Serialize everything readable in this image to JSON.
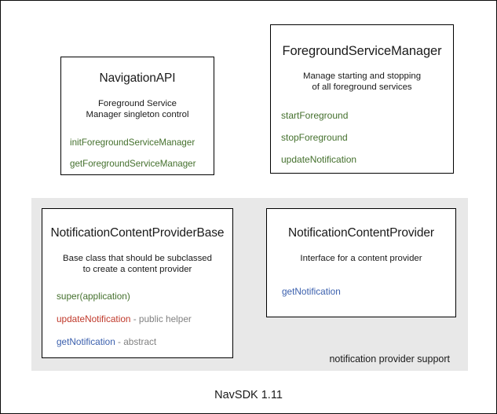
{
  "diagram": {
    "footer_label": "NavSDK 1.11",
    "group": {
      "caption": "notification provider support"
    },
    "boxes": {
      "navigation_api": {
        "title": "NavigationAPI",
        "description_line1": "Foreground Service",
        "description_line2": "Manager singleton control",
        "members": [
          {
            "name": "initForegroundServiceManager",
            "color": "#44702d",
            "note": ""
          },
          {
            "name": "getForegroundServiceManager",
            "color": "#44702d",
            "note": ""
          }
        ]
      },
      "foreground_service_manager": {
        "title": "ForegroundServiceManager",
        "description_line1": "Manage starting and stopping",
        "description_line2": "of all foreground services",
        "members": [
          {
            "name": "startForeground",
            "color": "#44702d",
            "note": ""
          },
          {
            "name": "stopForeground",
            "color": "#44702d",
            "note": ""
          },
          {
            "name": "updateNotification",
            "color": "#44702d",
            "note": ""
          }
        ]
      },
      "notification_content_provider_base": {
        "title": "NotificationContentProviderBase",
        "description_line1": "Base class that should be subclassed",
        "description_line2": "to create a content provider",
        "members": [
          {
            "name": "super(application)",
            "color": "#44702d",
            "note": ""
          },
          {
            "name": "updateNotification",
            "color": "#c0392b",
            "note": " - public helper"
          },
          {
            "name": "getNotification",
            "color": "#3a5fad",
            "note": " - abstract"
          }
        ]
      },
      "notification_content_provider": {
        "title": "NotificationContentProvider",
        "description_line1": "Interface for a content provider",
        "description_line2": "",
        "members": [
          {
            "name": "getNotification",
            "color": "#3a5fad",
            "note": ""
          }
        ]
      }
    }
  },
  "colors": {
    "group_background": "#e8e8e8",
    "box_border": "#000000",
    "page_background": "#ffffff",
    "text": "#1a1a1a",
    "member_green": "#44702d",
    "member_red": "#c0392b",
    "member_blue": "#3a5fad",
    "member_note_gray": "#808080"
  }
}
